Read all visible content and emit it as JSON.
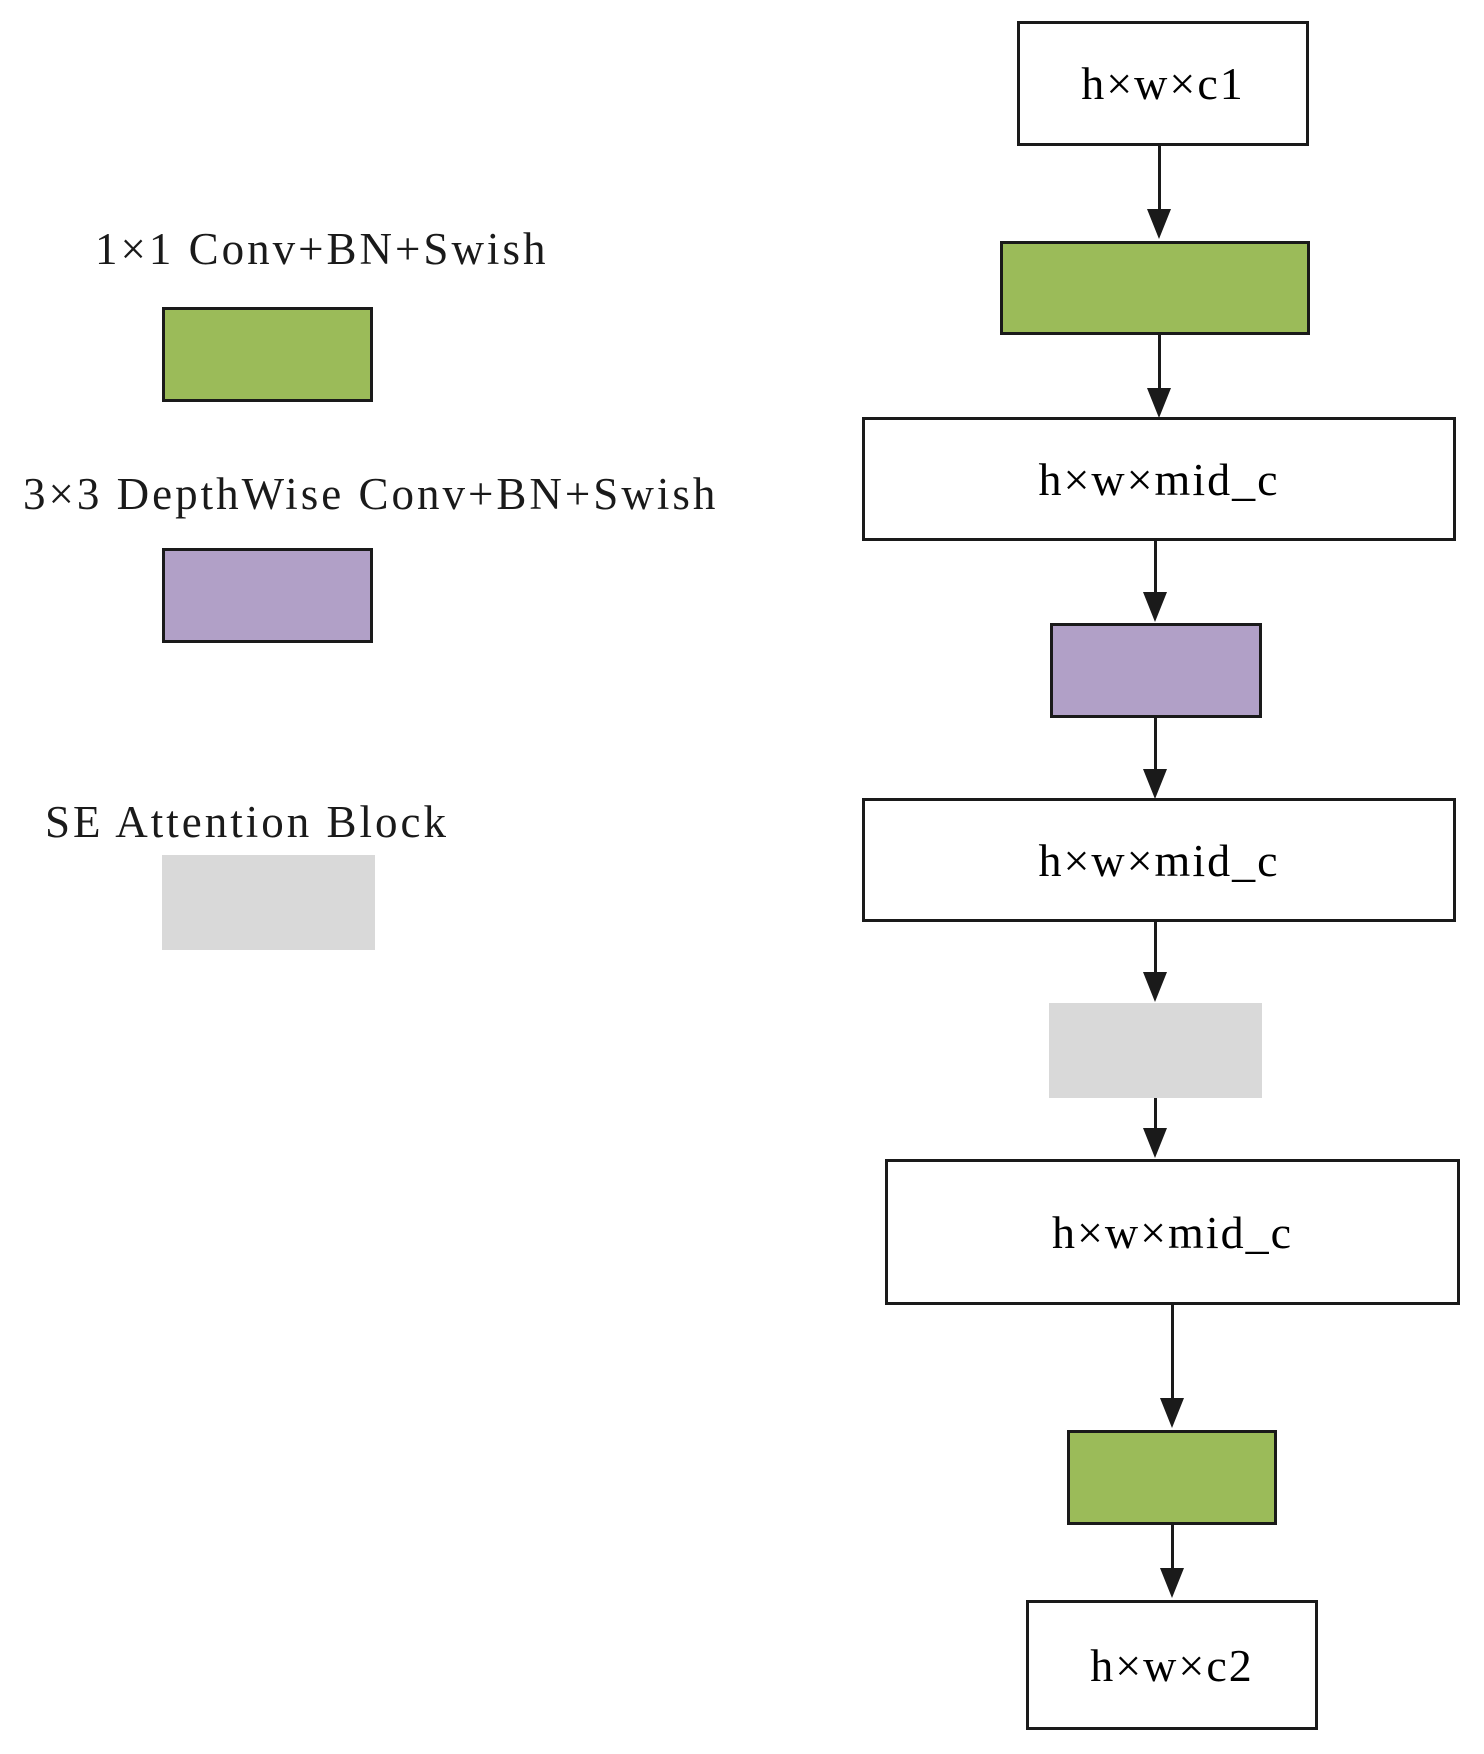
{
  "legend": {
    "items": [
      {
        "label": "1×1 Conv+BN+Swish",
        "color": "#9BBB59"
      },
      {
        "label": "3×3 DepthWise Conv+BN+Swish",
        "color": "#B1A0C7"
      },
      {
        "label": "SE Attention Block",
        "color": "#D9D9D9"
      }
    ]
  },
  "flowchart": {
    "tensors": {
      "input": "h×w×c1",
      "mid1": "h×w×mid_c",
      "mid2": "h×w×mid_c",
      "mid3": "h×w×mid_c",
      "output": "h×w×c2"
    },
    "blocks": {
      "conv1": {
        "name": "1x1-conv-bn-swish",
        "color": "#9BBB59"
      },
      "dwconv": {
        "name": "3x3-depthwise-conv-bn-swish",
        "color": "#B1A0C7"
      },
      "se": {
        "name": "se-attention-block",
        "color": "#D9D9D9"
      },
      "conv2": {
        "name": "1x1-conv-bn-swish",
        "color": "#9BBB59"
      }
    }
  }
}
